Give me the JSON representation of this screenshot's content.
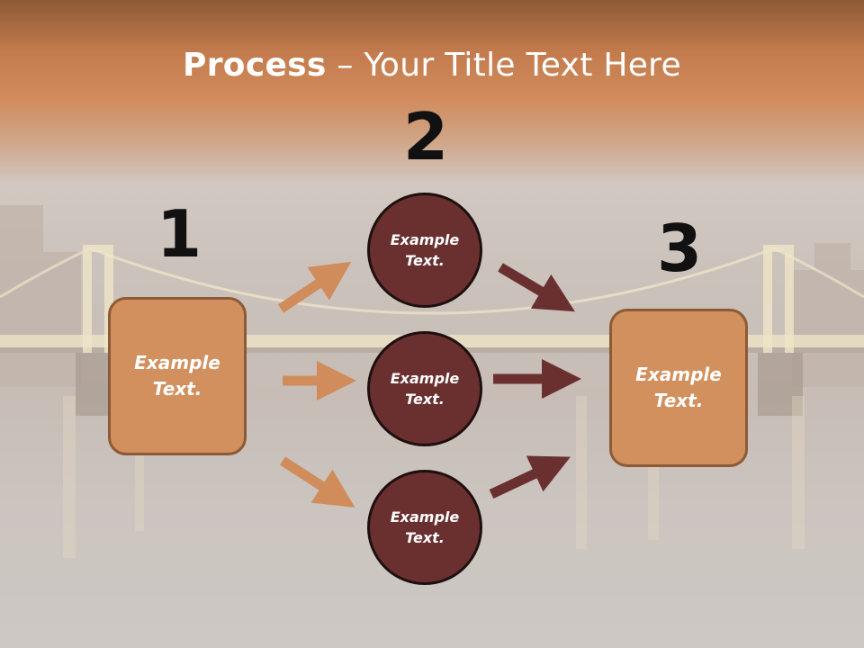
{
  "title": {
    "bold": "Process",
    "rest": " – Your Title Text Here"
  },
  "steps": [
    {
      "number": "1",
      "text": "Example\nText."
    },
    {
      "number": "2",
      "nodes": [
        {
          "text": "Example\nText."
        },
        {
          "text": "Example\nText."
        },
        {
          "text": "Example\nText."
        }
      ]
    },
    {
      "number": "3",
      "text": "Example\nText."
    }
  ],
  "colors": {
    "box_fill": "#d2905e",
    "circle_fill": "#6a2f2f",
    "arrow_light": "#d08c5a",
    "arrow_dark": "#6a2f2f"
  }
}
